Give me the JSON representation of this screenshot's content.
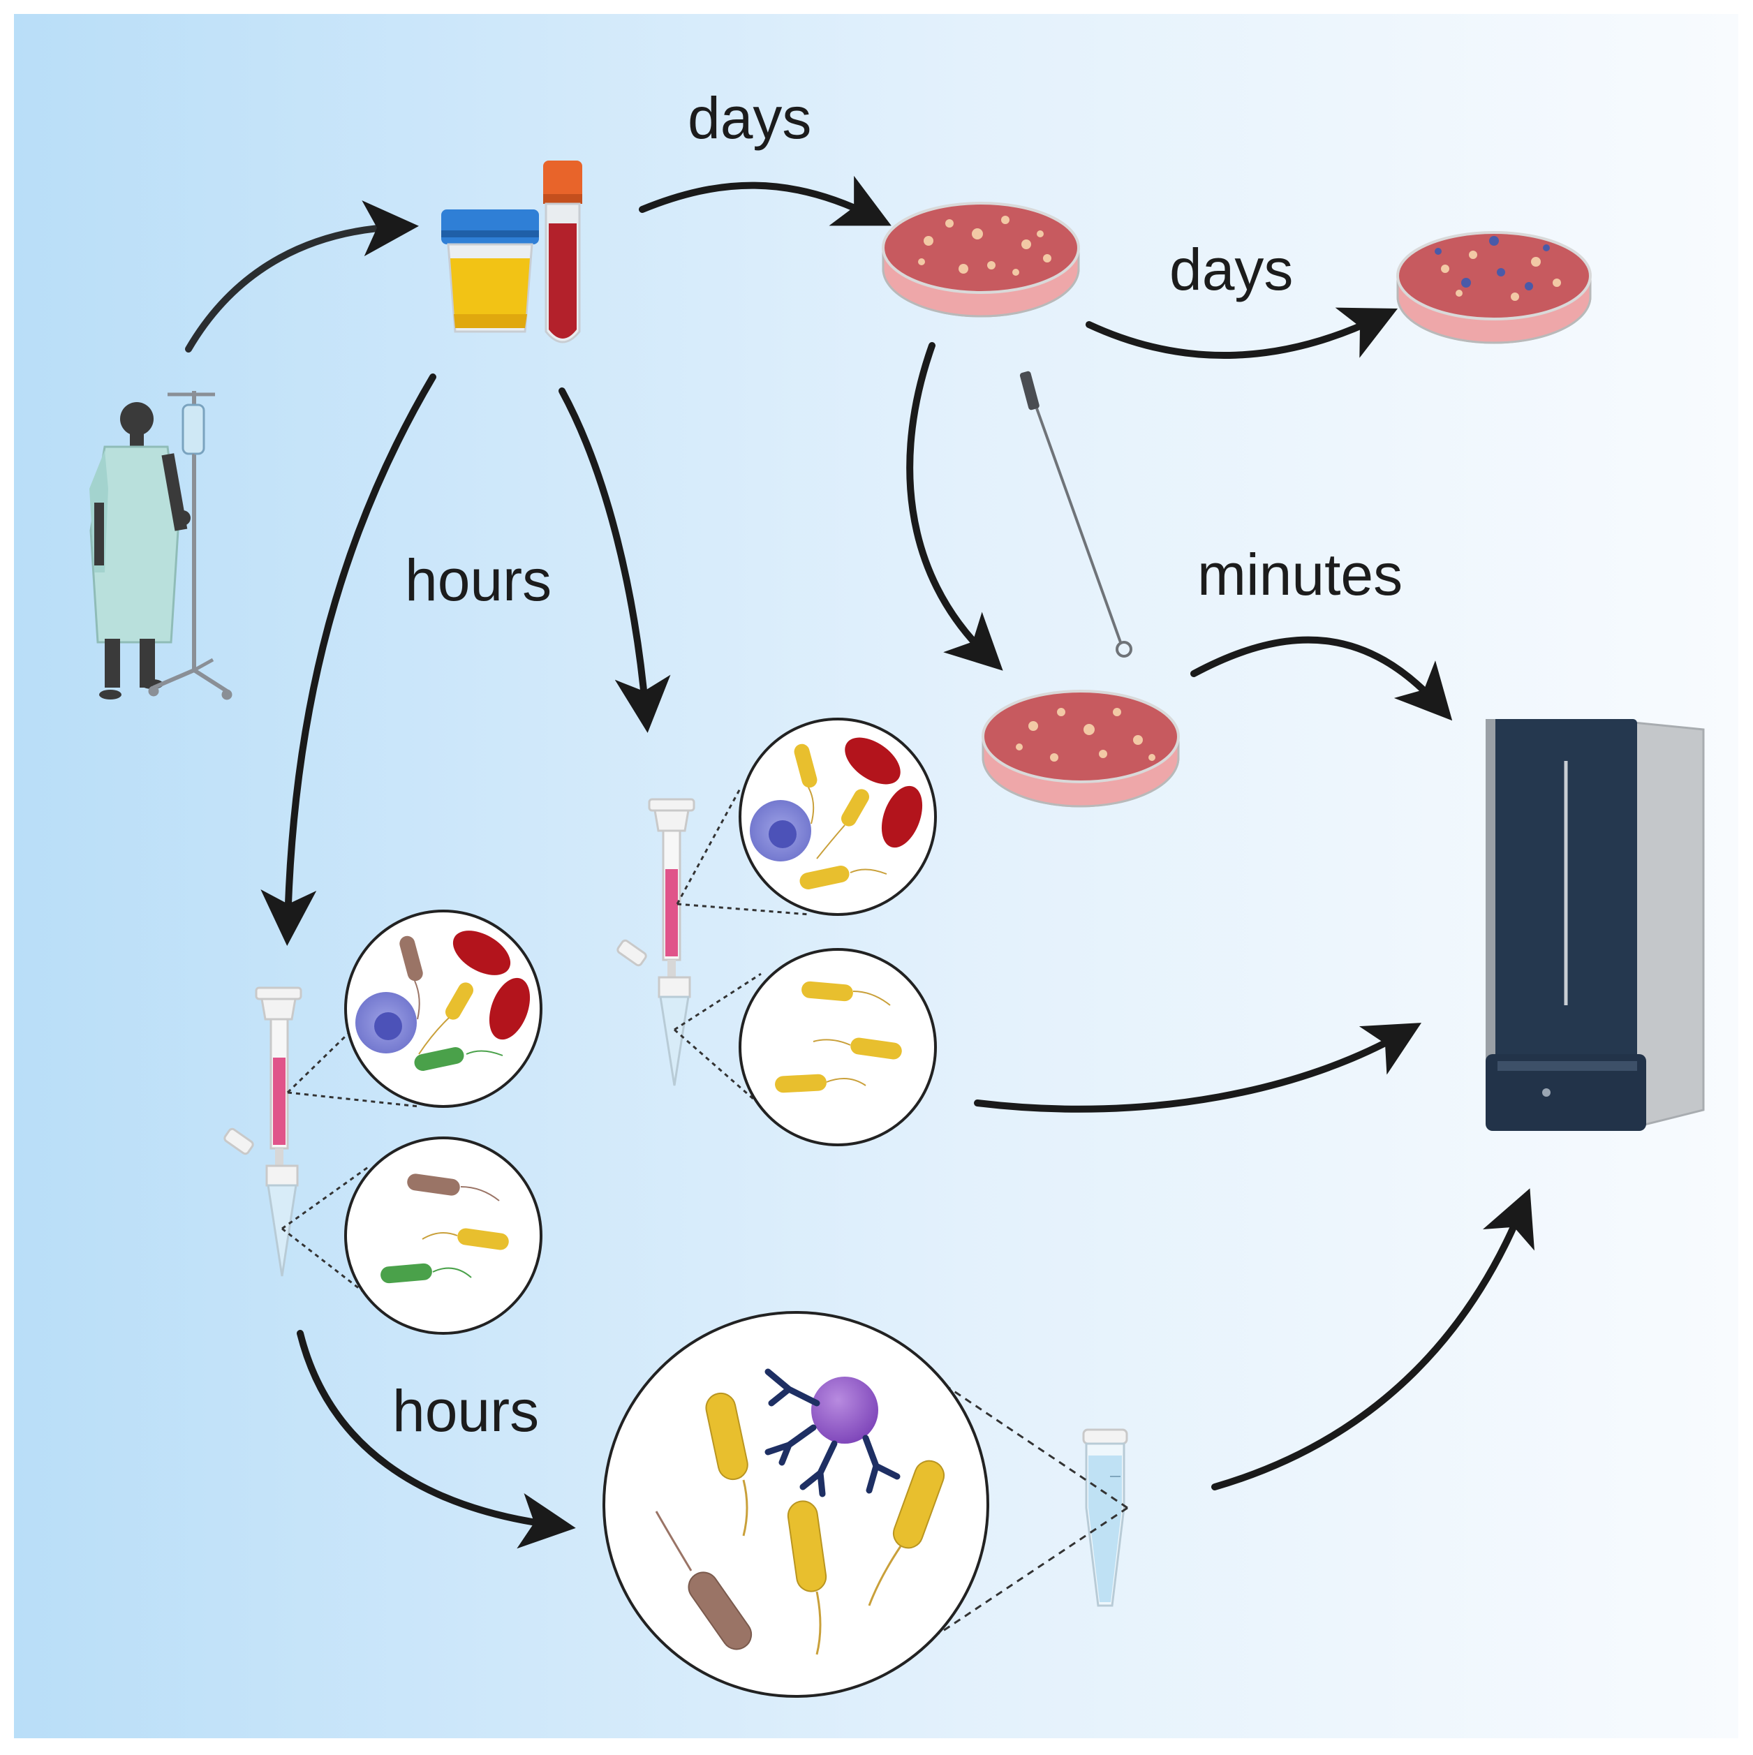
{
  "labels": {
    "days_top": "days",
    "days_right": "days",
    "hours_middle": "hours",
    "minutes": "minutes",
    "hours_bottom": "hours"
  },
  "colors": {
    "background_left": "#b9def8",
    "background_right": "#f8fbfe",
    "arrow": "#1a1a1a",
    "agar": "#c75a5f",
    "colony": "#f2c9a5",
    "urine": "#f2c315",
    "urine_cap": "#2f7fd6",
    "blood": "#b3212b",
    "blood_cap": "#e8642a",
    "rbc": "#b3141c",
    "bacterium_yellow": "#e8bf2e",
    "bacterium_green": "#4aa14a",
    "bacterium_brown": "#9a7466",
    "white_cell": "#7f84d6",
    "bead": "#8e55c9",
    "antibody": "#1e2f63",
    "instrument_body": "#25384f",
    "instrument_side": "#c4c7ca"
  },
  "icons": [
    "patient-icon",
    "iv-stand-icon",
    "urine-cup-icon",
    "blood-tube-icon",
    "petri-dish-icon",
    "inoculating-loop-icon",
    "spin-column-icon",
    "microtube-icon",
    "magnetic-bead-icon",
    "maldi-instrument-icon"
  ]
}
